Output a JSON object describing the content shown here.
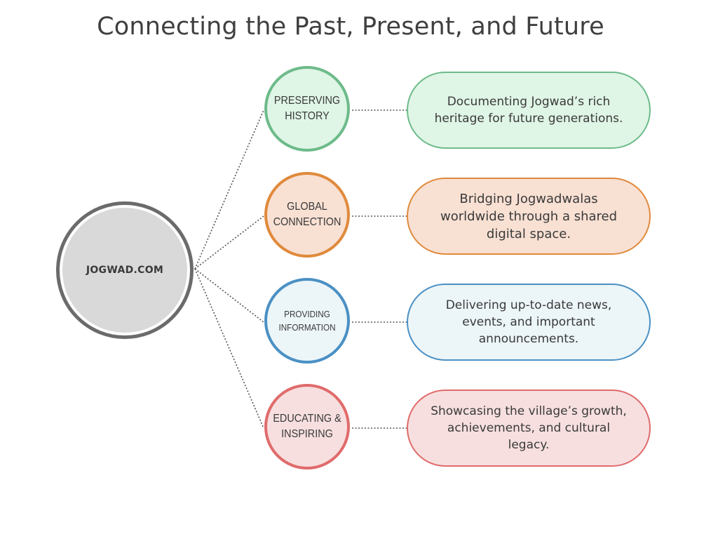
{
  "title": "Connecting the Past, Present, and Future",
  "hub": {
    "label": "JOGWAD.COM"
  },
  "colors": {
    "hub_border": "#6b6b6b",
    "hub_fill": "#d9d9d9",
    "connector": "#555555"
  },
  "branches": [
    {
      "label_line1": "PRESERVING",
      "label_line2": "HISTORY",
      "description": "Documenting Jogwad’s rich heritage for future generations.",
      "border_color": "#6dbb8a",
      "fill_color": "#dff5e6"
    },
    {
      "label_line1": "GLOBAL",
      "label_line2": "CONNECTION",
      "description": "Bridging Jogwadwalas worldwide through a shared digital space.",
      "border_color": "#e08a3c",
      "fill_color": "#f8e0d3"
    },
    {
      "label_line1": "PROVIDING",
      "label_line2": "INFORMATION",
      "description": "Delivering up-to-date news, events, and important announcements.",
      "border_color": "#4a90c4",
      "fill_color": "#ecf5f8"
    },
    {
      "label_line1": "EDUCATING &",
      "label_line2": "INSPIRING",
      "description": "Showcasing the village’s growth, achievements, and cultural legacy.",
      "border_color": "#e06b6b",
      "fill_color": "#f7dfdf"
    }
  ]
}
